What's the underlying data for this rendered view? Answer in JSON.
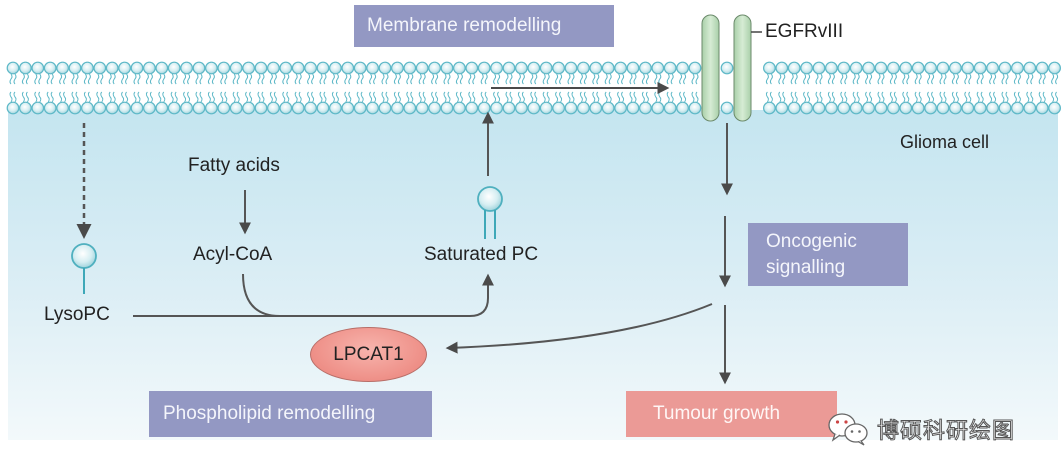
{
  "diagram": {
    "title_boxes": {
      "membrane": "Membrane remodelling",
      "oncogenic": "Oncogenic\nsignalling",
      "oncogenic_line1": "Oncogenic",
      "oncogenic_line2": "signalling",
      "phospholipid": "Phospholipid remodelling",
      "tumour": "Tumour growth"
    },
    "labels": {
      "receptor": "EGFRvIII",
      "cell": "Glioma cell",
      "fatty_acids": "Fatty acids",
      "acyl_coa": "Acyl-CoA",
      "lysopc": "LysoPC",
      "saturated_pc": "Saturated PC",
      "enzyme": "LPCAT1"
    },
    "watermark": {
      "icon": "wechat-icon",
      "text": "博硕科研绘图"
    },
    "colors": {
      "cytoplasm_top": "#c6e6f1",
      "cytoplasm_bottom": "#eef6fa",
      "lipid": "#5db8c7",
      "receptor": "#c7e3c7",
      "purple_box": "#9398c3",
      "pink_box": "#eb9a96",
      "enzyme": "#ee8f87",
      "arrow": "#4a4a4a"
    },
    "edges": [
      {
        "from": "Membrane",
        "to": "LysoPC",
        "style": "dashed"
      },
      {
        "from": "Fatty acids",
        "to": "Acyl-CoA",
        "style": "solid"
      },
      {
        "from": "LysoPC + Acyl-CoA",
        "to": "Saturated PC",
        "style": "solid"
      },
      {
        "from": "Saturated PC",
        "to": "Membrane",
        "style": "solid"
      },
      {
        "from": "Membrane remodelling",
        "to": "EGFRvIII",
        "style": "solid"
      },
      {
        "from": "EGFRvIII",
        "to": "Oncogenic signalling",
        "style": "solid"
      },
      {
        "from": "Oncogenic signalling",
        "to": "LPCAT1",
        "style": "solid"
      },
      {
        "from": "Oncogenic signalling",
        "to": "Tumour growth",
        "style": "solid"
      }
    ]
  }
}
